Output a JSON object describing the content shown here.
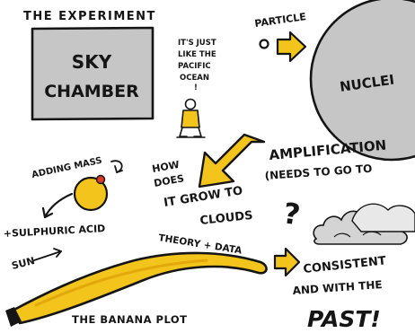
{
  "title": "THE EXPERIMENT",
  "sky_chamber": {
    "line1": "SKY",
    "line2": "CHAMBER"
  },
  "pacific_note": [
    "IT'S JUST",
    "LIKE THE",
    "PACIFIC",
    "OCEAN",
    "!"
  ],
  "particle_label": "PARTICLE",
  "nuclei_label": "NUCLEI",
  "adding_mass_label": "ADDING MASS",
  "sulphuric_acid_label": "+SULPHURIC ACID",
  "how_grow_label": [
    "HOW",
    "DOES",
    "IT GROW TO",
    "CLOUDS",
    "?"
  ],
  "amplification_label": [
    "AMPLIFICATION",
    "(NEEDS TO GO TO"
  ],
  "theory_data_label": "THEORY + DATA",
  "consistent_label": [
    "CONSISTENT",
    "AND WITH THE",
    "PAST!"
  ],
  "sun_label": "SUN",
  "banana_plot_label": "THE BANANA PLOT",
  "colors": {
    "ink": "#151515",
    "grey_fill": "#c6c6c6",
    "yellow": "#f2c41c",
    "yellow_dark": "#e2a80c",
    "red_dot": "#d83a26"
  }
}
